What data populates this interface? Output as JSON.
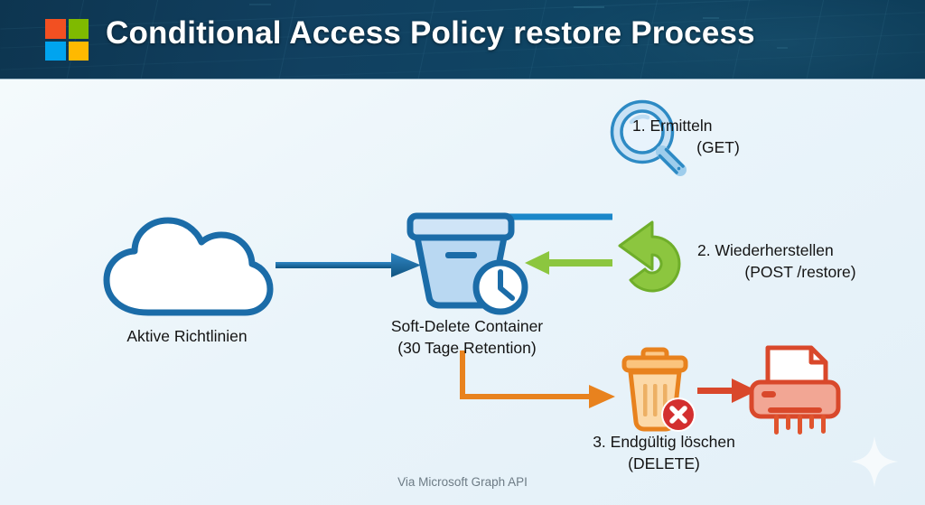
{
  "header": {
    "title": "Conditional Access Policy restore Process",
    "logo": {
      "name": "microsoft-logo",
      "colors": [
        "#f25022",
        "#7fba00",
        "#00a4ef",
        "#ffb900"
      ]
    },
    "background_color": "#0f4060"
  },
  "diagram": {
    "cloud": {
      "icon": "cloud-icon",
      "label": "Aktive Richtlinien",
      "color": "#1b6ca8"
    },
    "container": {
      "icon": "soft-delete-container-icon",
      "label_line1": "Soft-Delete Container",
      "label_line2": "(30 Tage Retention)",
      "color": "#1b6ca8",
      "fill": "#b9d8f2"
    },
    "steps": [
      {
        "number": "1.",
        "icon": "magnifier-icon",
        "label_line1": "1. Ermitteln",
        "label_line2": "(GET)",
        "method": "GET",
        "color": "#1b87c9"
      },
      {
        "number": "2.",
        "icon": "restore-arrow-icon",
        "label_line1": "2. Wiederherstellen",
        "label_line2": "(POST /restore)",
        "method": "POST /restore",
        "color": "#8cc63f"
      },
      {
        "number": "3.",
        "icon": "trash-can-icon",
        "label_line1": "3. Endgültig löschen",
        "label_line2": "(DELETE)",
        "method": "DELETE",
        "color": "#e8821e"
      }
    ],
    "shredder": {
      "icon": "shredder-icon",
      "color": "#d9482b"
    },
    "arrows": [
      {
        "name": "arrow-cloud-to-container",
        "color": "#1f6fa8"
      },
      {
        "name": "arrow-get-to-container",
        "color": "#1b87c9"
      },
      {
        "name": "arrow-restore-to-container",
        "color": "#8cc63f"
      },
      {
        "name": "arrow-container-to-trash",
        "color": "#e8821e"
      },
      {
        "name": "arrow-trash-to-shredder",
        "color": "#d9482b"
      }
    ],
    "sparkle": "sparkle-icon"
  },
  "footer": {
    "note": "Via Microsoft Graph API"
  }
}
